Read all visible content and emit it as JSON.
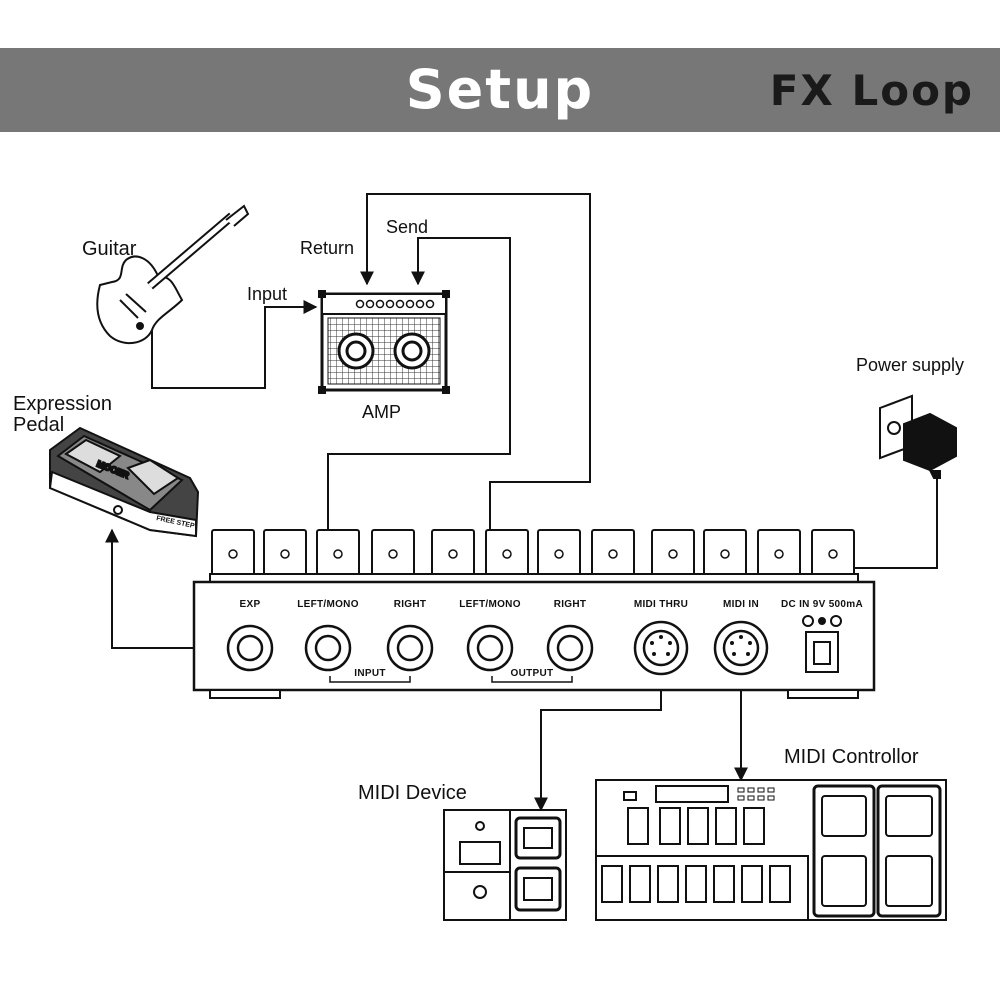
{
  "header": {
    "title": "Setup",
    "subtitle": "FX Loop",
    "band_color": "#777777"
  },
  "devices": {
    "guitar": "Guitar",
    "amp": "AMP",
    "expression_pedal_line1": "Expression",
    "expression_pedal_line2": "Pedal",
    "power_supply": "Power  supply",
    "midi_device": "MIDI Device",
    "midi_controller": "MIDI Controllor",
    "pedal_brand": "MOOER",
    "pedal_model": "FREE STEP"
  },
  "connections": {
    "input": "Input",
    "return": "Return",
    "send": "Send"
  },
  "panel": {
    "exp": "EXP",
    "input_left": "LEFT/MONO",
    "input_right": "RIGHT",
    "output_left": "LEFT/MONO",
    "output_right": "RIGHT",
    "midi_thru": "MIDI THRU",
    "midi_in": "MIDI IN",
    "dc_in": "DC IN 9V 500mA",
    "input_group": "INPUT",
    "output_group": "OUTPUT"
  },
  "icons": [
    "guitar-icon",
    "amp-icon",
    "expression-pedal-icon",
    "power-adapter-icon",
    "midi-device-icon",
    "midi-controller-icon"
  ]
}
